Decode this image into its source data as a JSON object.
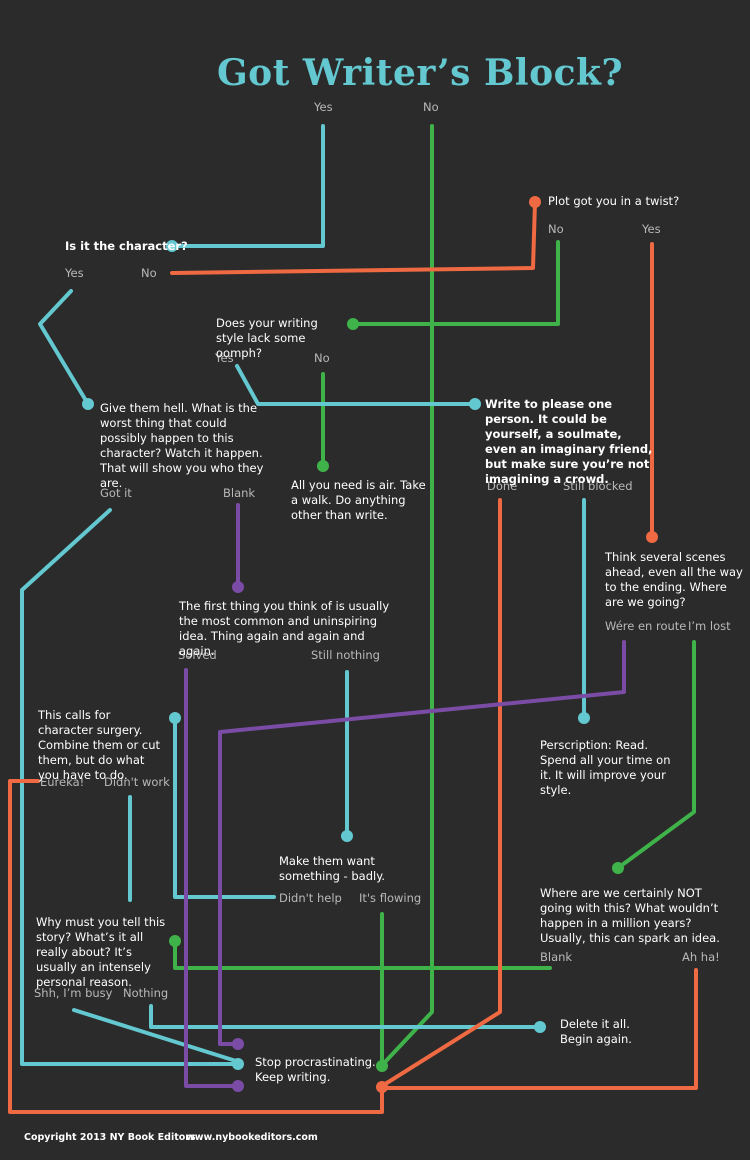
{
  "title": "Got Writer’s Block?",
  "colors": {
    "background": "#2b2b2b",
    "cyan": "#63c8cf",
    "green": "#3fb24a",
    "orange": "#ef6a42",
    "purple": "#7b4ca5",
    "text": "#ffffff",
    "label": "#b9b9b9"
  },
  "branches": {
    "yes_top": "Yes",
    "no_top": "No",
    "no_plot": "No",
    "yes_plot": "Yes",
    "yes_char": "Yes",
    "no_char": "No",
    "yes_style": "Yes",
    "no_style": "No",
    "got_it": "Got it",
    "blank_1": "Blank",
    "done": "Done",
    "still_blocked": "Still blocked",
    "en_route": "Wére en route",
    "im_lost": "I’m lost",
    "solved": "Solved",
    "still_nothing": "Still nothing",
    "eureka": "Eureka!",
    "didnt_work": "Didn't work",
    "didnt_help": "Didn't help",
    "its_flowing": "It's flowing",
    "blank_2": "Blank",
    "ah_ha": "Ah ha!",
    "shh": "Shh, I’m busy",
    "nothing": "Nothing"
  },
  "nodes": {
    "is_character": "Is it the character?",
    "plot_twist": "Plot got you in a twist?",
    "writing_style": "Does your writing style lack some oomph?",
    "give_hell": "Give them hell. What is the worst thing that could possibly happen to this character? Watch it happen. That will show you who they are.",
    "write_please": "Write to please one person. It could be yourself, a soulmate, even an imaginary friend, but make sure you’re  not imagining a crowd.",
    "need_air": "All you need is air. Take a walk. Do anything other than write.",
    "think_ahead": "Think several scenes ahead, even all the way to the ending. Where are we going?",
    "first_thing": "The first thing you think of is usually the most common and uninspiring idea. Thing again and again and again.",
    "surgery": "This calls for character surgery. Combine them or cut them, but do what you have to do.",
    "read": "Perscription: Read. Spend all your time on it. It will improve your style.",
    "want_something": "Make them want something - badly.",
    "not_going": "Where are we certainly NOT going with this? What wouldn’t happen in a million years? Usually, this can spark an idea.",
    "why_tell": "Why must you tell this story? What’s it all really about? It’s usually an intensely personal reason.",
    "delete_all": "Delete it all. Begin again.",
    "stop_procrastinating": "Stop procrastinating. Keep writing."
  },
  "footer": {
    "copyright": "Copyright  2013 NY Book Editors",
    "website": "www.nybookeditors.com"
  }
}
